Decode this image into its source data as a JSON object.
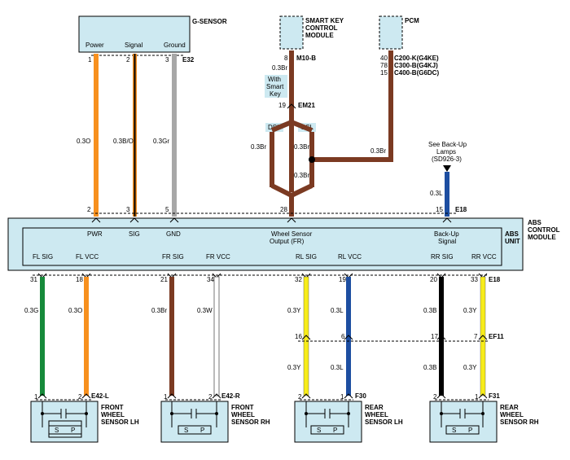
{
  "g_sensor": {
    "title": "G-SENSOR",
    "pins": [
      "Power",
      "Signal",
      "Ground"
    ],
    "pin_numbers": [
      "1",
      "2",
      "3"
    ],
    "connector": "E32"
  },
  "smart_key": {
    "title_lines": [
      "SMART KEY",
      "CONTROL",
      "MODULE"
    ],
    "pin": "8",
    "connector": "M10-B",
    "wire": "0.3Br",
    "note_lines": [
      "With",
      "Smart",
      "Key"
    ],
    "joint_pin": "19",
    "joint_connector": "EM21"
  },
  "pcm": {
    "title": "PCM",
    "pins": [
      "40",
      "78",
      "15"
    ],
    "connectors": [
      "C200-K(G4KE)",
      "C300-B(G4KJ)",
      "C400-B(G6DC)"
    ],
    "wire": "0.3Br"
  },
  "dsl_gsl": {
    "dsl": "DSL",
    "gsl": "GSL",
    "wire_left": "0.3Br",
    "wire_right": "0.3Br",
    "wire_bottom": "0.3Br"
  },
  "backup": {
    "note_lines": [
      "See Back-Up",
      "Lamps",
      "(SD926-3)"
    ],
    "wire": "0.3L"
  },
  "g_wires": [
    "0.3O",
    "0.3B/O",
    "0.3Gr"
  ],
  "abs_top_pins": {
    "pwr": "2",
    "sig": "3",
    "gnd": "5",
    "wheel": "28",
    "backup": "15",
    "connector": "E18"
  },
  "abs": {
    "title_lines": [
      "ABS",
      "CONTROL",
      "MODULE"
    ],
    "unit_lines": [
      "ABS",
      "UNIT"
    ],
    "pwr": "PWR",
    "sig": "SIG",
    "gnd": "GND",
    "wheel_lines": [
      "Wheel Sensor",
      "Output (FR)"
    ],
    "backup_lines": [
      "Back-Up",
      "Signal"
    ],
    "fl_sig": "FL SIG",
    "fl_vcc": "FL VCC",
    "fr_sig": "FR SIG",
    "fr_vcc": "FR VCC",
    "rl_sig": "RL SIG",
    "rl_vcc": "RL VCC",
    "rr_sig": "RR SIG",
    "rr_vcc": "RR VCC"
  },
  "abs_bottom_pins": {
    "fl_sig": "31",
    "fl_vcc": "18",
    "fr_sig": "21",
    "fr_vcc": "34",
    "rl_sig": "32",
    "rl_vcc": "19",
    "rr_sig": "20",
    "rr_vcc": "33",
    "connector": "E18"
  },
  "wires_bottom": {
    "fl_sig": "0.3G",
    "fl_vcc": "0.3O",
    "fr_sig": "0.3Br",
    "fr_vcc": "0.3W",
    "rl_sig_upper": "0.3Y",
    "rl_vcc_upper": "0.3L",
    "rr_sig_upper": "0.3B",
    "rr_vcc_upper": "0.3Y",
    "rl_sig_lower": "0.3Y",
    "rl_vcc_lower": "0.3L",
    "rr_sig_lower": "0.3B",
    "rr_vcc_lower": "0.3Y"
  },
  "joint_rear_left": {
    "pins": [
      "16",
      "6"
    ]
  },
  "joint_rear_right": {
    "pins": [
      "17",
      "7"
    ],
    "connector": "EF11"
  },
  "sensors": [
    {
      "pins": [
        "1",
        "2"
      ],
      "connector": "E42-L",
      "title_lines": [
        "FRONT",
        "WHEEL",
        "SENSOR LH"
      ],
      "s": "S",
      "p": "P"
    },
    {
      "pins": [
        "1",
        "2"
      ],
      "connector": "E42-R",
      "title_lines": [
        "FRONT",
        "WHEEL",
        "SENSOR RH"
      ],
      "s": "S",
      "p": "P"
    },
    {
      "pins": [
        "2",
        "1"
      ],
      "connector": "F30",
      "title_lines": [
        "REAR",
        "WHEEL",
        "SENSOR LH"
      ],
      "s": "S",
      "p": "P"
    },
    {
      "pins": [
        "2",
        "1"
      ],
      "connector": "F31",
      "title_lines": [
        "REAR",
        "WHEEL",
        "SENSOR RH"
      ],
      "s": "S",
      "p": "P"
    }
  ],
  "colors": {
    "orange": "#f7901e",
    "black": "#000000",
    "gray": "#a7a7a7",
    "brown": "#7b3a22",
    "blue": "#1d4ea1",
    "green": "#168a3a",
    "yellow": "#f7ec1a",
    "white": "#ffffff",
    "box": "#cde9f1"
  }
}
